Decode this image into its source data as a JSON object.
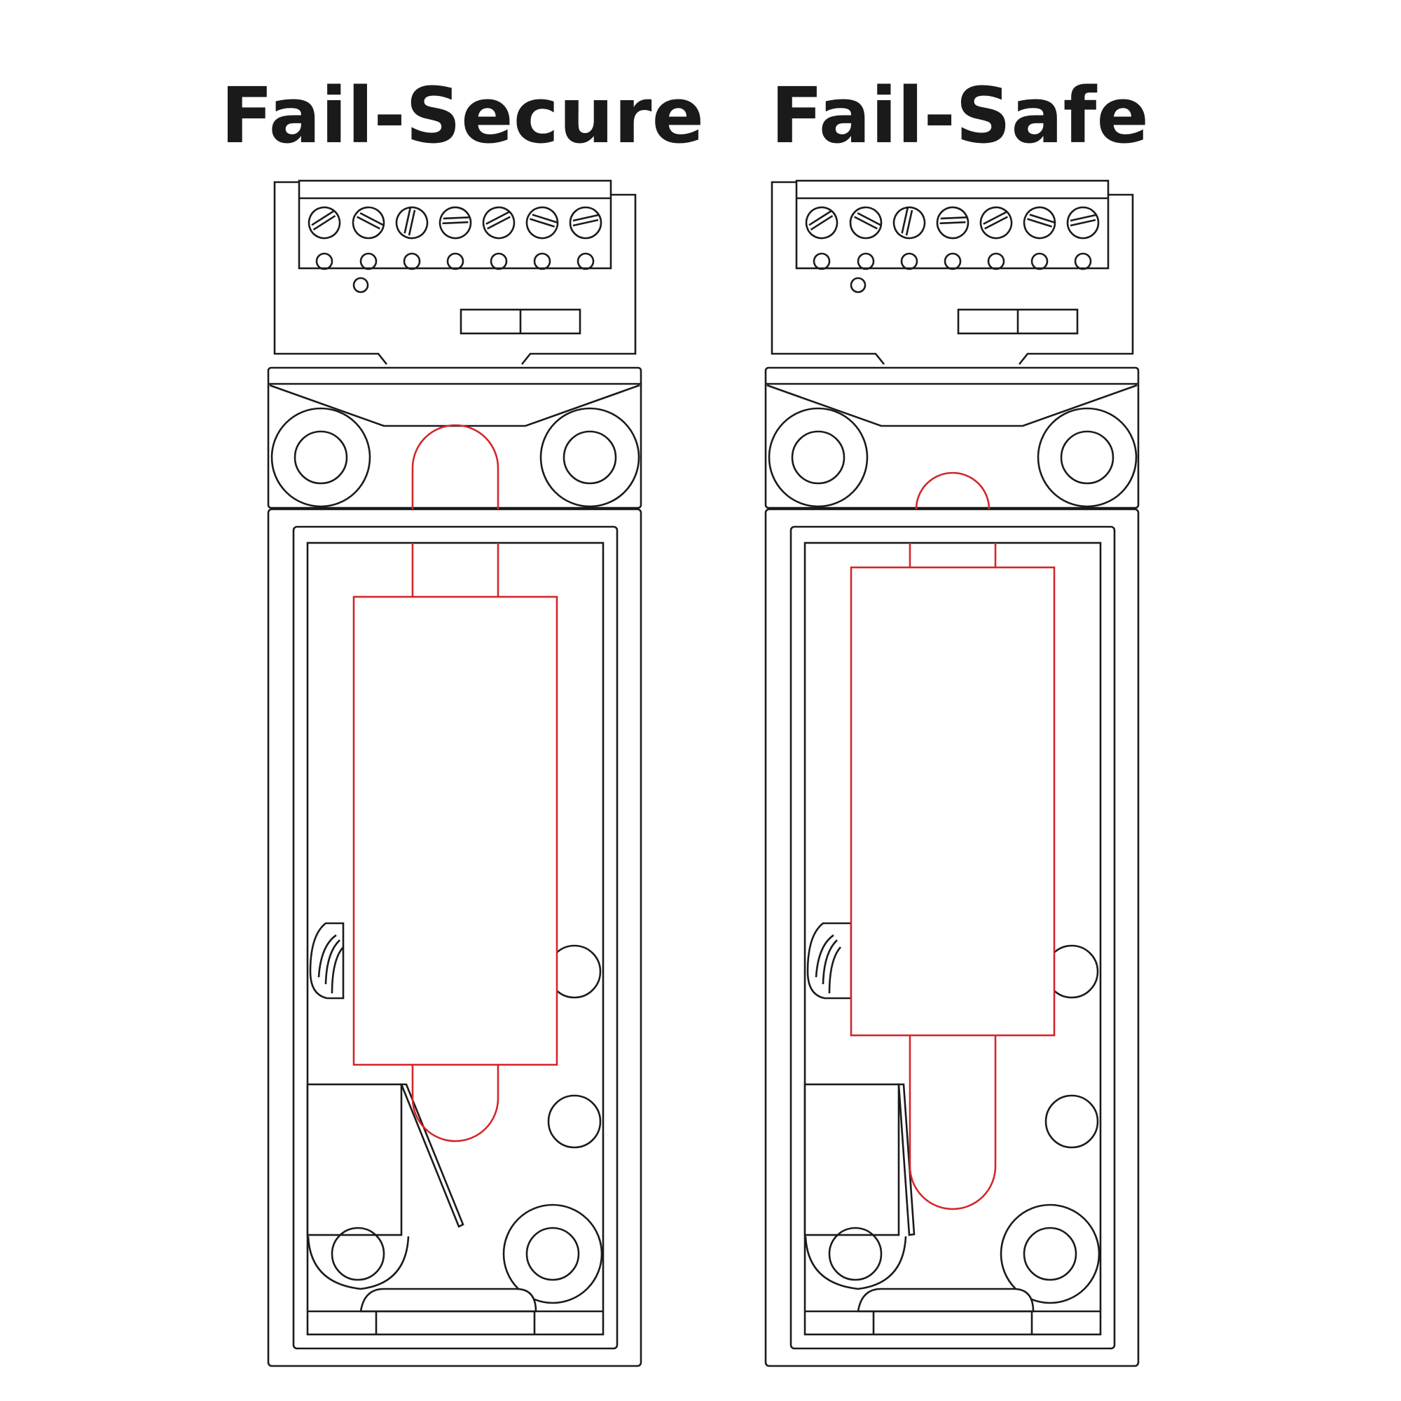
{
  "titles": {
    "left": "Fail-Secure",
    "right": "Fail-Safe"
  },
  "colors": {
    "outline": "#1a1a1a",
    "solenoid": "#d3262a",
    "background": "#ffffff"
  },
  "strikes": [
    {
      "label": "Fail-Secure",
      "plunger_state": "extended"
    },
    {
      "label": "Fail-Safe",
      "plunger_state": "retracted"
    }
  ],
  "terminal_block": {
    "screw_count": 7
  }
}
